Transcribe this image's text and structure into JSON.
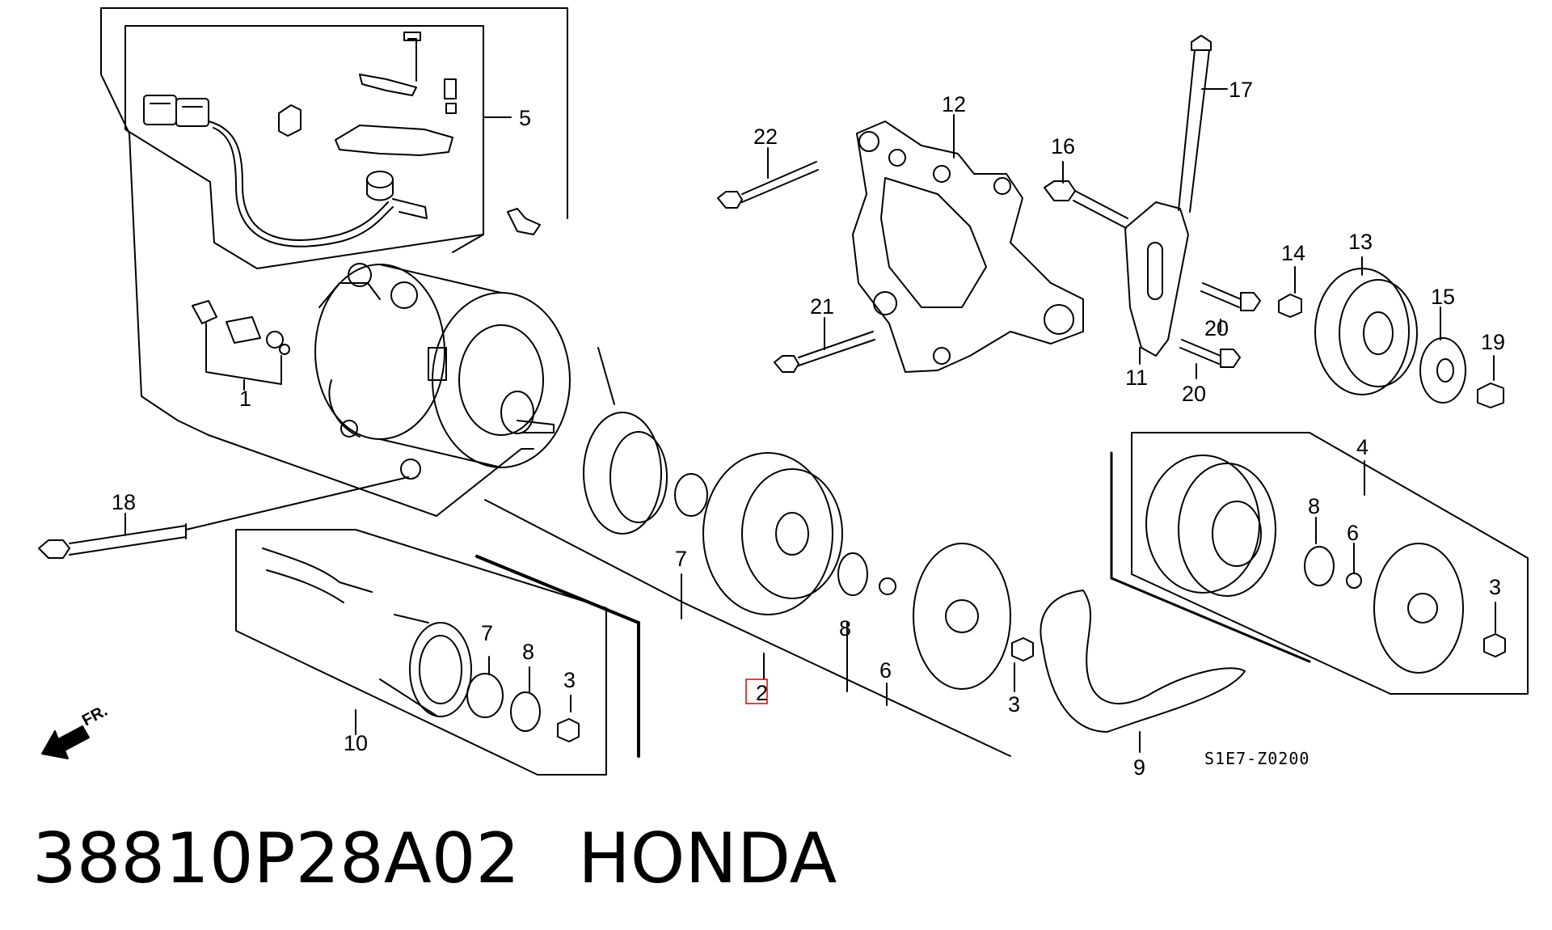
{
  "diagram_code": "S1E7-Z0200",
  "direction_label": "FR.",
  "callouts": {
    "n1": "1",
    "n2": "2",
    "n3a": "3",
    "n3b": "3",
    "n3c": "3",
    "n4": "4",
    "n5": "5",
    "n6a": "6",
    "n6b": "6",
    "n7a": "7",
    "n7b": "7",
    "n8a": "8",
    "n8b": "8",
    "n8c": "8",
    "n9": "9",
    "n10": "10",
    "n11": "11",
    "n12": "12",
    "n13": "13",
    "n14": "14",
    "n15": "15",
    "n16": "16",
    "n17": "17",
    "n18": "18",
    "n19": "19",
    "n20a": "20",
    "n20b": "20",
    "n21": "21",
    "n22": "22"
  },
  "highlighted_callout": "2",
  "highlight_color": "#e00000",
  "footer": {
    "part_number": "38810P28A02",
    "brand": "HONDA"
  }
}
